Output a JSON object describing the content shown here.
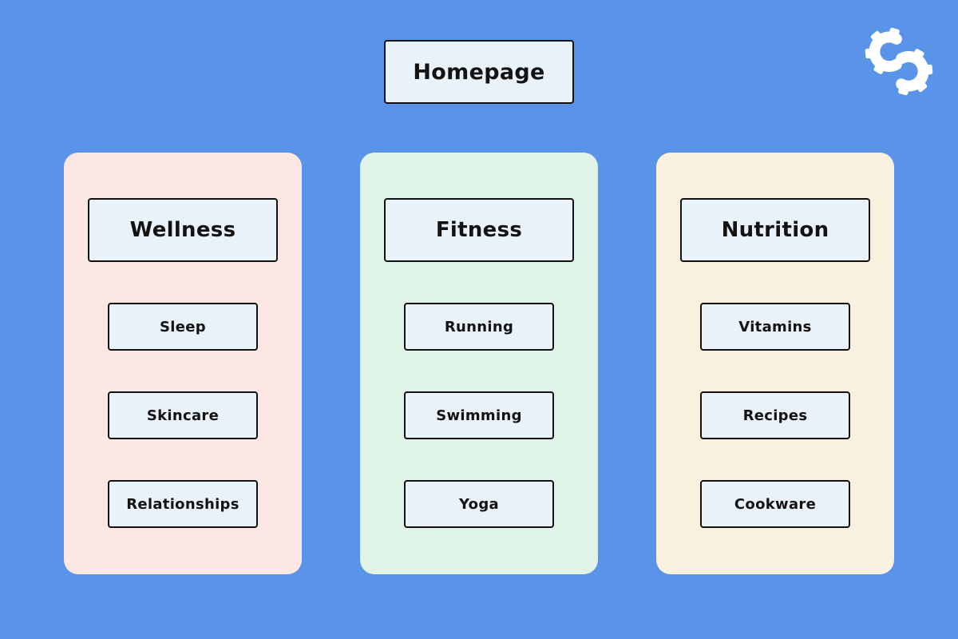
{
  "homepage": {
    "label": "Homepage"
  },
  "logo": {
    "icon": "interlocking-gears-logo"
  },
  "colors": {
    "canvas_bg": "#5A94E8",
    "node_fill": "#E9F1F9",
    "node_border": "#131313",
    "text": "#131313",
    "wellness_bg": "#FDE7E4",
    "fitness_bg": "#DFF3E6",
    "nutrition_bg": "#FAF0DF",
    "logo_color": "#FFFFFF"
  },
  "columns": [
    {
      "label": "Wellness",
      "children": [
        "Sleep",
        "Skincare",
        "Relationships"
      ]
    },
    {
      "label": "Fitness",
      "children": [
        "Running",
        "Swimming",
        "Yoga"
      ]
    },
    {
      "label": "Nutrition",
      "children": [
        "Vitamins",
        "Recipes",
        "Cookware"
      ]
    }
  ]
}
